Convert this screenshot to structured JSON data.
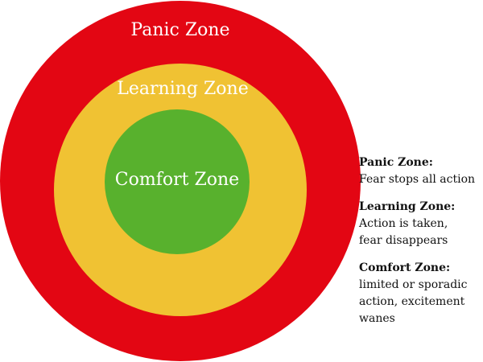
{
  "colors": {
    "panic": "#e30613",
    "learning": "#f0c233",
    "comfort": "#58b12d",
    "label": "#ffffff"
  },
  "zones": {
    "panic": {
      "label": "Panic Zone"
    },
    "learning": {
      "label": "Learning Zone"
    },
    "comfort": {
      "label": "Comfort Zone"
    }
  },
  "legend": {
    "panic": {
      "title": "Panic Zone:",
      "lines": [
        "Fear stops all action"
      ]
    },
    "learning": {
      "title": "Learning Zone:",
      "lines": [
        "Action is taken,",
        "fear disappears"
      ]
    },
    "comfort": {
      "title": "Comfort Zone:",
      "lines": [
        "limited or sporadic",
        "action, excitement",
        "wanes"
      ]
    }
  }
}
